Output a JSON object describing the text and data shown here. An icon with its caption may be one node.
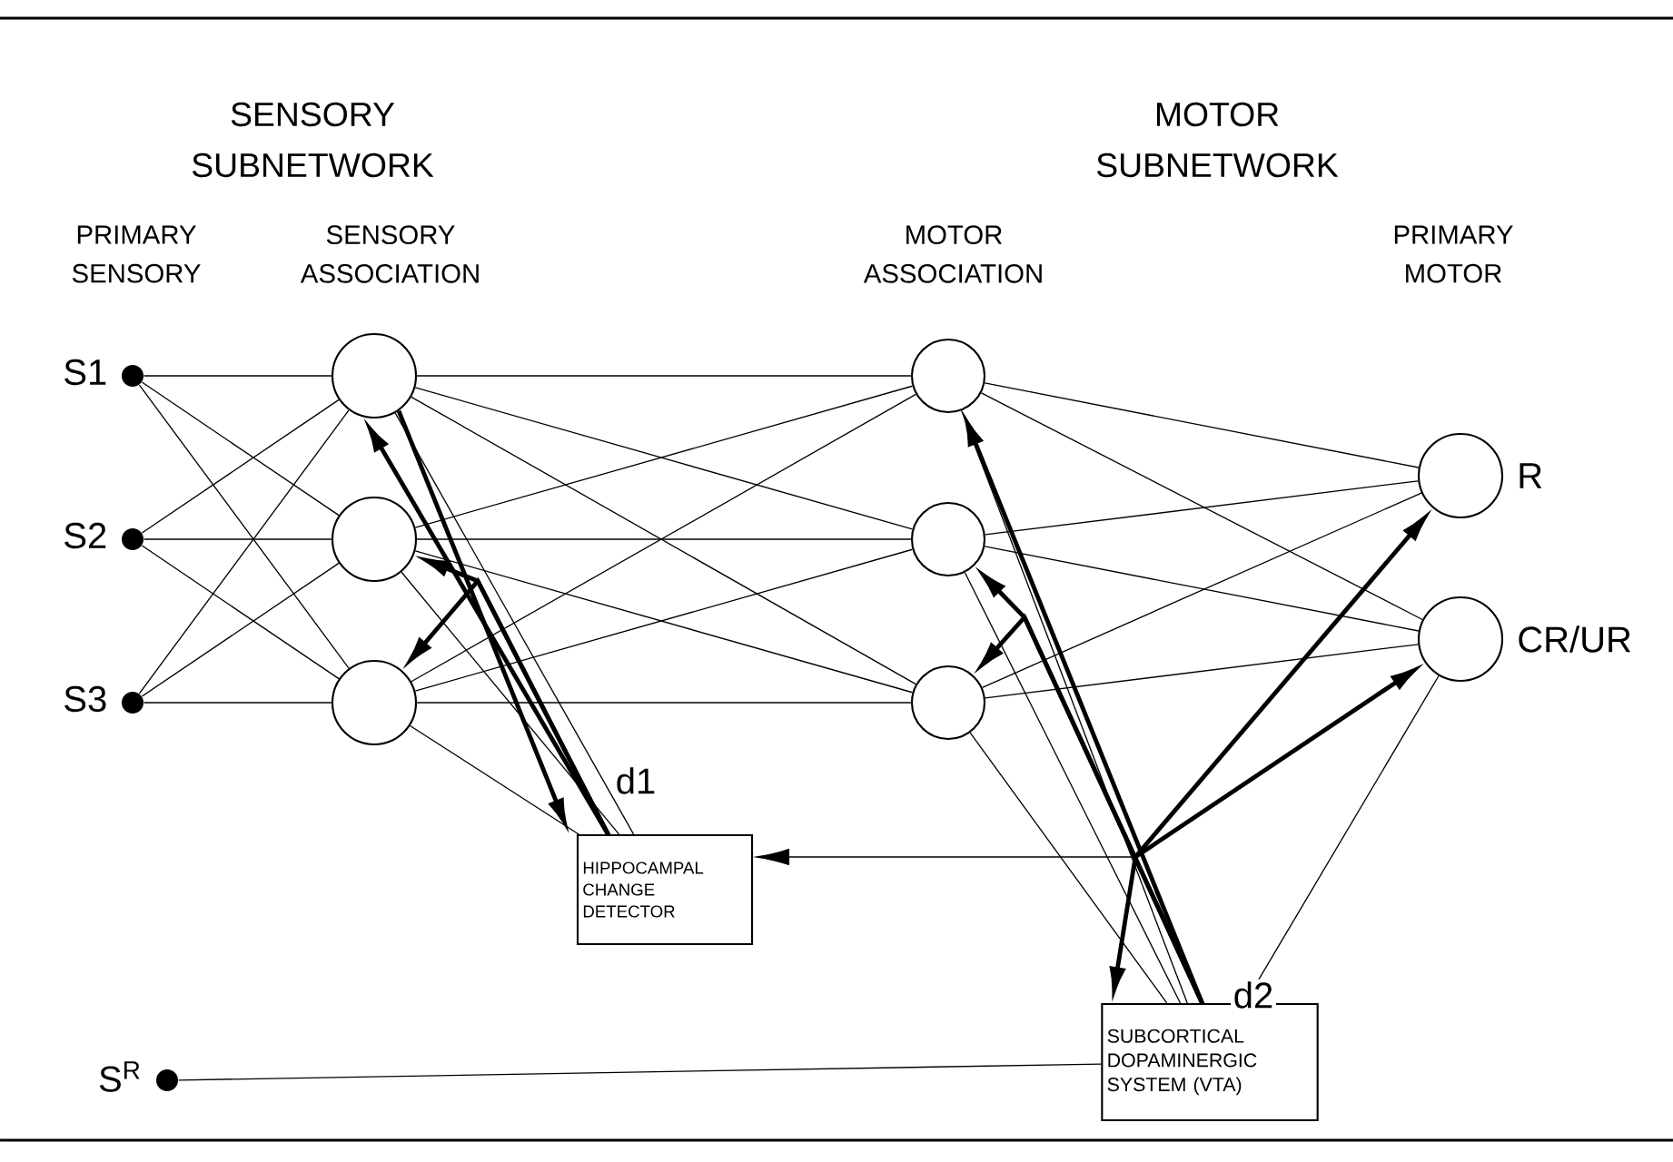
{
  "diagram": {
    "nodes": [
      {
        "text": [],
        "shape": "dot",
        "beside": [
          "S1"
        ]
      },
      {
        "text": [],
        "shape": "dot",
        "beside": [
          "S2"
        ]
      },
      {
        "text": [],
        "shape": "dot",
        "beside": [
          "S3"
        ]
      },
      {
        "text": [],
        "shape": "dot",
        "beside": [
          "S$^{R}$"
        ]
      },
      {
        "text": [],
        "shape": "circle"
      },
      {
        "text": [],
        "shape": "circle"
      },
      {
        "text": [],
        "shape": "circle"
      },
      {
        "text": [],
        "shape": "circle"
      },
      {
        "text": [],
        "shape": "circle"
      },
      {
        "text": [],
        "shape": "circle"
      },
      {
        "text": [],
        "shape": "circle",
        "beside": [
          "R"
        ]
      },
      {
        "text": [],
        "shape": "circle",
        "beside": [
          "CR/UR"
        ]
      },
      {
        "text": [
          "HIPPOCAMPAL CHANGE DETECTOR"
        ]
      },
      {
        "text": [
          "SUBCORTICAL DOPAMINERGIC SYSTEM (VTA)"
        ]
      }
    ],
    "edges": [
      {
        "from": 0,
        "to": 4,
        "arrow": "none"
      },
      {
        "from": 0,
        "to": 5,
        "arrow": "none"
      },
      {
        "from": 0,
        "to": 6,
        "arrow": "none"
      },
      {
        "from": 1,
        "to": 4,
        "arrow": "none"
      },
      {
        "from": 1,
        "to": 5,
        "arrow": "none"
      },
      {
        "from": 1,
        "to": 6,
        "arrow": "none"
      },
      {
        "from": 2,
        "to": 4,
        "arrow": "none"
      },
      {
        "from": 2,
        "to": 5,
        "arrow": "none"
      },
      {
        "from": 2,
        "to": 6,
        "arrow": "none"
      },
      {
        "from": 4,
        "to": 7,
        "arrow": "none"
      },
      {
        "from": 4,
        "to": 8,
        "arrow": "none"
      },
      {
        "from": 4,
        "to": 9,
        "arrow": "none"
      },
      {
        "from": 5,
        "to": 7,
        "arrow": "none"
      },
      {
        "from": 5,
        "to": 8,
        "arrow": "none"
      },
      {
        "from": 5,
        "to": 9,
        "arrow": "none"
      },
      {
        "from": 6,
        "to": 7,
        "arrow": "none"
      },
      {
        "from": 6,
        "to": 8,
        "arrow": "none"
      },
      {
        "from": 6,
        "to": 9,
        "arrow": "none"
      },
      {
        "from": 7,
        "to": 10,
        "arrow": "none"
      },
      {
        "from": 7,
        "to": 11,
        "arrow": "none"
      },
      {
        "from": 8,
        "to": 10,
        "arrow": "none"
      },
      {
        "from": 8,
        "to": 11,
        "arrow": "none"
      },
      {
        "from": 9,
        "to": 10,
        "arrow": "none"
      },
      {
        "from": 9,
        "to": 11,
        "arrow": "none"
      },
      {
        "from": 4,
        "to": 12,
        "arrow": "none"
      },
      {
        "from": 5,
        "to": 12,
        "arrow": "none"
      },
      {
        "from": 6,
        "to": 12,
        "arrow": "none"
      },
      {
        "from": 12,
        "to": 4,
        "arrow": "to",
        "style": "thick",
        "label": "d1"
      },
      {
        "from": 12,
        "to": 5,
        "arrow": "to",
        "style": "thick"
      },
      {
        "from": 12,
        "to": 6,
        "arrow": "to",
        "style": "thick"
      },
      {
        "from": 4,
        "to": 12,
        "arrow": "to",
        "style": "thick"
      },
      {
        "from": 7,
        "to": 13,
        "arrow": "none"
      },
      {
        "from": 8,
        "to": 13,
        "arrow": "none"
      },
      {
        "from": 9,
        "to": 13,
        "arrow": "none"
      },
      {
        "from": 13,
        "to": 7,
        "arrow": "to",
        "style": "thick",
        "label": "d2"
      },
      {
        "from": 13,
        "to": 8,
        "arrow": "to",
        "style": "thick"
      },
      {
        "from": 13,
        "to": 9,
        "arrow": "to",
        "style": "thick"
      },
      {
        "from": 11,
        "to": 13,
        "arrow": "none"
      },
      {
        "from": 3,
        "to": 13,
        "arrow": "none"
      },
      {
        "from": null,
        "to": 12,
        "arrow": "to"
      },
      {
        "from": null,
        "to": 10,
        "arrow": "to",
        "style": "thick"
      },
      {
        "from": null,
        "to": 11,
        "arrow": "to",
        "style": "thick"
      },
      {
        "from": null,
        "to": 13,
        "arrow": "to",
        "style": "thick"
      }
    ],
    "labels": [
      "SENSORY SUBNETWORK",
      "MOTOR SUBNETWORK",
      "PRIMARY SENSORY",
      "SENSORY ASSOCIATION",
      "MOTOR ASSOCIATION",
      "PRIMARY MOTOR"
    ]
  }
}
